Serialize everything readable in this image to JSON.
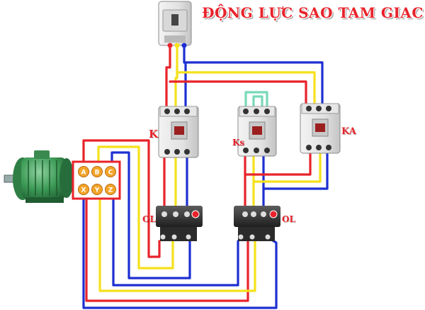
{
  "title": "ĐỘNG LỰC SAO TAM GIAC",
  "labels": {
    "contactor_main": "K",
    "contactor_star": "Ks",
    "contactor_delta": "KA",
    "overload_left": "OL",
    "overload_right": "OL"
  },
  "motor_terminals": [
    "A",
    "B",
    "C",
    "X",
    "Y",
    "Z"
  ],
  "wire_colors": {
    "red": "#e8232b",
    "yellow": "#f5e11b",
    "blue": "#1d2fd1",
    "green": "#79d9b6",
    "terminal": "#f3a52a"
  }
}
